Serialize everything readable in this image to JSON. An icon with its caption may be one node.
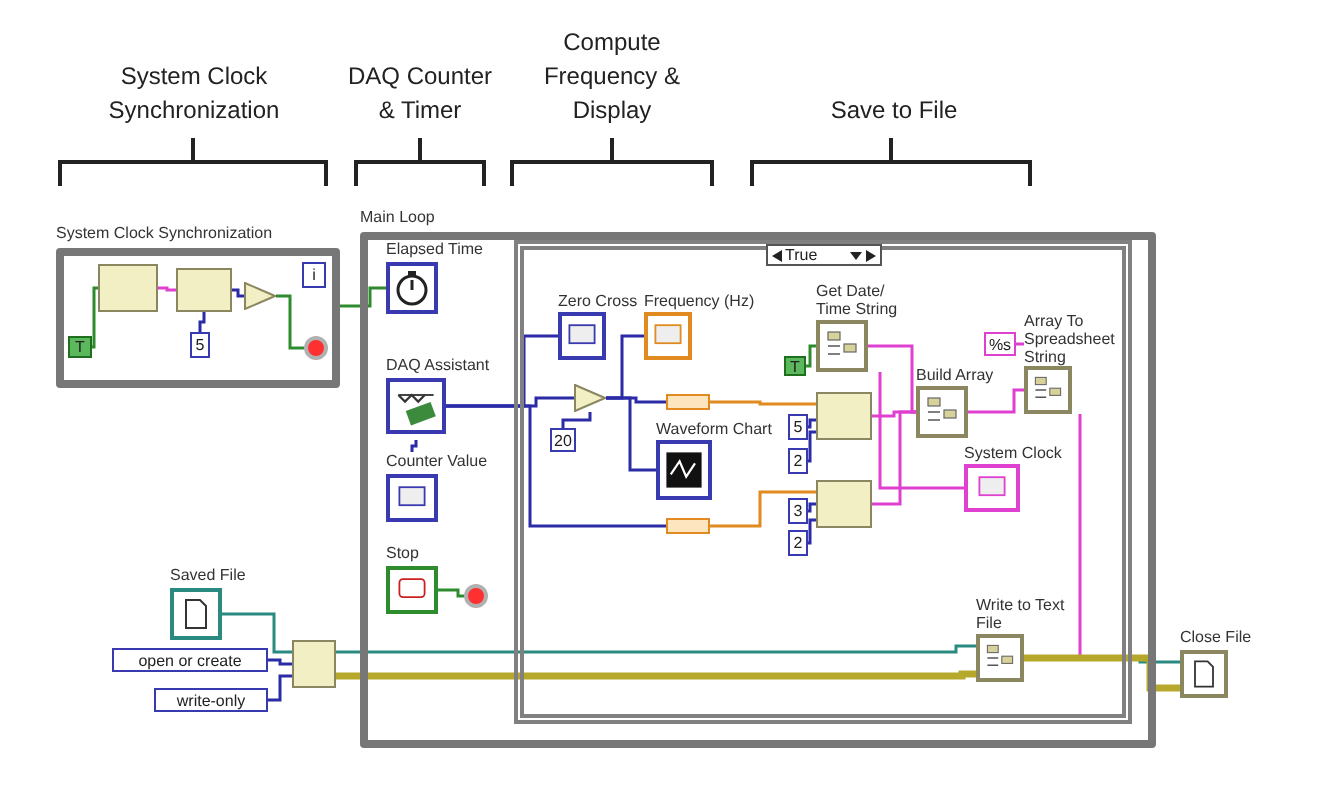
{
  "diagram": {
    "nodes": [
      {
        "text": [
          "System Clock Synchronization"
        ]
      },
      {
        "text": [],
        "shape": "box",
        "in": 0
      },
      {
        "text": [],
        "shape": "box",
        "in": 0
      },
      {
        "text": [],
        "shape": "triangle",
        "in": 0
      },
      {
        "text": [
          "i"
        ],
        "in": 0
      },
      {
        "text": [
          "T"
        ],
        "in": 0
      },
      {
        "text": [
          "5"
        ],
        "in": 0
      },
      {
        "text": [],
        "shape": "circle",
        "in": 0
      },
      {
        "text": [
          "Main Loop"
        ]
      },
      {
        "text": [
          "Elapsed Time"
        ],
        "in": 8
      },
      {
        "text": [
          "DAQ Assistant"
        ],
        "in": 8
      },
      {
        "text": [
          "Counter Value"
        ],
        "in": 8
      },
      {
        "text": [
          "Stop"
        ],
        "in": 8
      },
      {
        "text": [],
        "shape": "circle",
        "in": 8
      },
      {
        "text": [
          "True"
        ],
        "in": 8
      },
      {
        "text": [
          "Zero Cross"
        ],
        "in": 14
      },
      {
        "text": [
          "Frequency (Hz)"
        ],
        "in": 14
      },
      {
        "text": [
          "20"
        ],
        "in": 14
      },
      {
        "text": [],
        "shape": "triangle",
        "in": 14
      },
      {
        "text": [
          "Waveform Chart"
        ],
        "in": 14
      },
      {
        "text": [
          "Get Date/ Time String"
        ],
        "in": 14
      },
      {
        "text": [
          "T"
        ],
        "in": 14
      },
      {
        "text": [
          "5"
        ],
        "in": 14
      },
      {
        "text": [
          "2"
        ],
        "in": 14
      },
      {
        "text": [],
        "shape": "box",
        "in": 14
      },
      {
        "text": [
          "3"
        ],
        "in": 14
      },
      {
        "text": [
          "2"
        ],
        "in": 14
      },
      {
        "text": [],
        "shape": "box",
        "in": 14
      },
      {
        "text": [
          "Build Array"
        ],
        "in": 14
      },
      {
        "text": [
          "%s"
        ],
        "in": 14
      },
      {
        "text": [
          "Array To Spreadsheet String"
        ],
        "in": 14
      },
      {
        "text": [
          "System Clock"
        ],
        "in": 14
      },
      {
        "text": [
          "Write to Text File"
        ],
        "in": 14
      },
      {
        "text": [
          "Saved File"
        ]
      },
      {
        "text": [
          "open or create"
        ]
      },
      {
        "text": [
          "write-only"
        ]
      },
      {
        "text": [],
        "shape": "box"
      },
      {
        "text": [
          "Close File"
        ]
      },
      {
        "text": [],
        "shape": "box",
        "in": 14
      },
      {
        "text": [],
        "shape": "box",
        "in": 14
      }
    ],
    "edges": [
      {
        "from": 0,
        "to": 9,
        "arrow": "none",
        "color": "#2e8b2e"
      },
      {
        "from": 1,
        "to": 2,
        "arrow": "none",
        "color": "#e040d0"
      },
      {
        "from": 2,
        "to": 3,
        "arrow": "none"
      },
      {
        "from": 6,
        "to": 2,
        "arrow": "none"
      },
      {
        "from": 5,
        "to": 1,
        "arrow": "none",
        "color": "#2e8b2e"
      },
      {
        "from": 3,
        "to": 7,
        "arrow": "none",
        "color": "#2e8b2e"
      },
      {
        "from": 10,
        "to": 11,
        "arrow": "none"
      },
      {
        "from": 10,
        "to": 15,
        "arrow": "none"
      },
      {
        "from": 10,
        "to": 18,
        "arrow": "none"
      },
      {
        "from": 17,
        "to": 18,
        "arrow": "none"
      },
      {
        "from": 18,
        "to": 16,
        "arrow": "none"
      },
      {
        "from": 18,
        "to": 19,
        "arrow": "none"
      },
      {
        "from": 18,
        "to": 38,
        "arrow": "none"
      },
      {
        "from": 10,
        "to": 39,
        "arrow": "none"
      },
      {
        "from": 38,
        "to": 24,
        "arrow": "none",
        "color": "#e08a20"
      },
      {
        "from": 39,
        "to": 27,
        "arrow": "none",
        "color": "#e08a20"
      },
      {
        "from": 22,
        "to": 24,
        "arrow": "none"
      },
      {
        "from": 23,
        "to": 24,
        "arrow": "none"
      },
      {
        "from": 25,
        "to": 27,
        "arrow": "none"
      },
      {
        "from": 26,
        "to": 27,
        "arrow": "none"
      },
      {
        "from": 21,
        "to": 20,
        "arrow": "none",
        "color": "#2e8b2e"
      },
      {
        "from": 20,
        "to": 28,
        "arrow": "none",
        "color": "#e040d0"
      },
      {
        "from": 24,
        "to": 28,
        "arrow": "none",
        "color": "#e040d0"
      },
      {
        "from": 27,
        "to": 28,
        "arrow": "none",
        "color": "#e040d0"
      },
      {
        "from": 28,
        "to": 30,
        "arrow": "none",
        "color": "#e040d0"
      },
      {
        "from": 29,
        "to": 30,
        "arrow": "none",
        "color": "#e040d0"
      },
      {
        "from": 20,
        "to": 31,
        "arrow": "none",
        "color": "#e040d0"
      },
      {
        "from": 30,
        "to": 32,
        "arrow": "none",
        "color": "#e040d0"
      },
      {
        "from": 33,
        "to": 36,
        "arrow": "none",
        "color": "#2a8a80"
      },
      {
        "from": 34,
        "to": 36,
        "arrow": "none"
      },
      {
        "from": 35,
        "to": 36,
        "arrow": "none"
      },
      {
        "from": 36,
        "to": 32,
        "arrow": "none",
        "color": "#2a8a80"
      },
      {
        "from": 36,
        "to": 32,
        "arrow": "none",
        "color": "#b5a82a",
        "style": "thick"
      },
      {
        "from": 32,
        "to": 37,
        "arrow": "none",
        "color": "#2a8a80"
      },
      {
        "from": 32,
        "to": 37,
        "arrow": "none",
        "color": "#b5a82a",
        "style": "thick"
      },
      {
        "from": 12,
        "to": 13,
        "arrow": "none",
        "color": "#2e8b2e"
      }
    ],
    "labels": [
      "System Clock Synchronization",
      "DAQ Counter & Timer",
      "Compute Frequency & Display",
      "Save to File"
    ]
  }
}
